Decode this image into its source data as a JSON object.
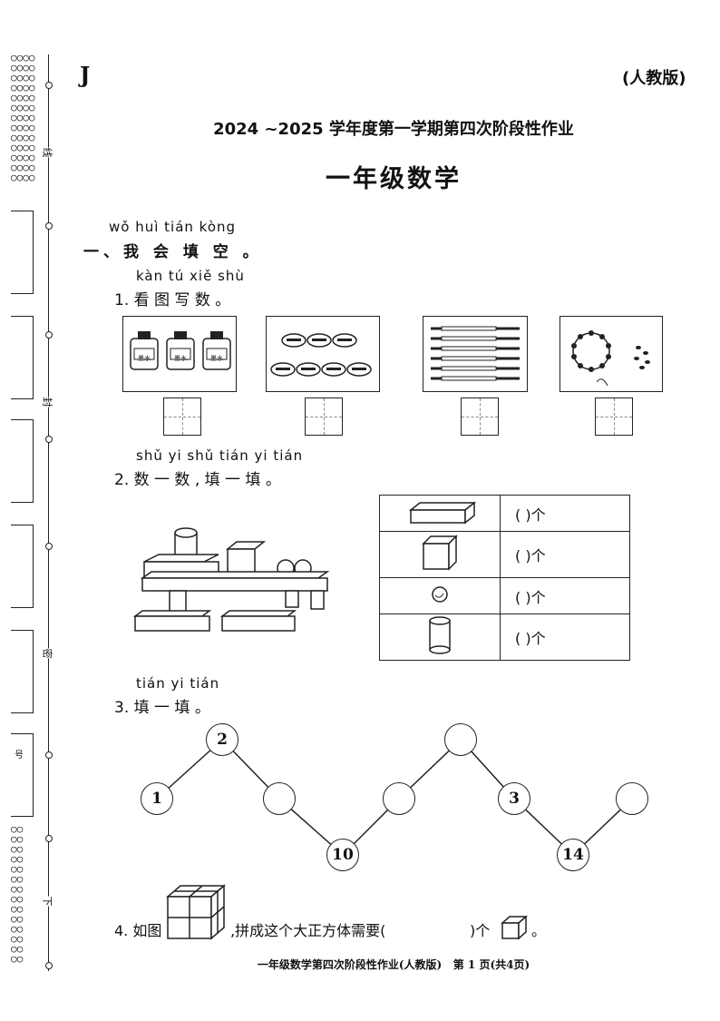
{
  "header": {
    "volume_letter": "J",
    "edition": "(人教版)",
    "title": "2024 ~2025 学年度第一学期第四次阶段性作业",
    "subject": "一年级数学"
  },
  "margin": {
    "label_line": "线",
    "label_seal": "封",
    "label_seal2": "密",
    "label_down": "下",
    "tab_label_1": "号"
  },
  "section1": {
    "pinyin": "wǒ huì tián kòng",
    "title": "一、我 会 填 空 。"
  },
  "q1": {
    "pinyin": "kàn tú xiě shù",
    "title": "1. 看 图 写 数 。",
    "ink_label": "墨水"
  },
  "q2": {
    "pinyin": "shǔ yi shǔ tián yi tián",
    "title": "2. 数 一 数 , 填 一 填 。",
    "rows": [
      {
        "answer": "(          )个"
      },
      {
        "answer": "(          )个"
      },
      {
        "answer": "(          )个"
      },
      {
        "answer": "(          )个"
      }
    ]
  },
  "q3": {
    "pinyin": "tián yi tián",
    "title": "3. 填 一 填 。",
    "nodes": [
      {
        "label": "1"
      },
      {
        "label": "2"
      },
      {
        "label": ""
      },
      {
        "label": "10"
      },
      {
        "label": ""
      },
      {
        "label": ""
      },
      {
        "label": "3"
      },
      {
        "label": "14"
      },
      {
        "label": ""
      }
    ]
  },
  "q4": {
    "prefix": "4. 如图",
    "middle": ",拼成这个大正方体需要(",
    "suffix_1": ")个",
    "suffix_2": "。"
  },
  "footer": {
    "text": "一年级数学第四次阶段性作业(人教版)   第 1 页(共4页)"
  }
}
